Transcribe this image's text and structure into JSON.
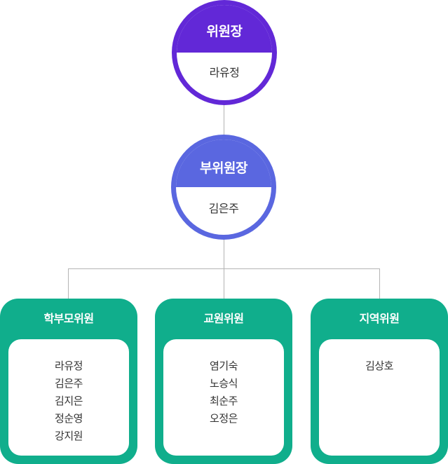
{
  "colors": {
    "chair": "#6228d7",
    "vice_chair": "#5a67e0",
    "committee": "#10ae8c",
    "connector": "#b4b4b4",
    "name_text": "#333333"
  },
  "chair": {
    "title": "위원장",
    "name": "라유정"
  },
  "vice_chair": {
    "title": "부위원장",
    "name": "김은주"
  },
  "committees": [
    {
      "title": "학부모위원",
      "members": [
        "라유정",
        "김은주",
        "김지은",
        "정순영",
        "강지원"
      ]
    },
    {
      "title": "교원위원",
      "members": [
        "염기숙",
        "노승식",
        "최순주",
        "오정은"
      ]
    },
    {
      "title": "지역위원",
      "members": [
        "김상호"
      ]
    }
  ]
}
